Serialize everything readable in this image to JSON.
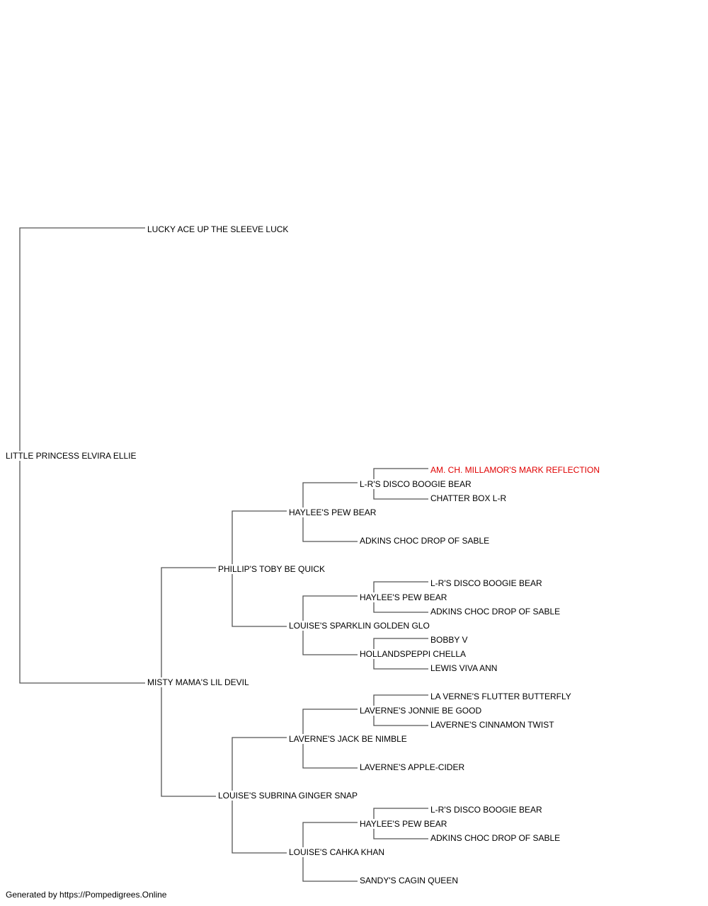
{
  "colors": {
    "line": "#555555",
    "text": "#000000",
    "highlight": "#e00000"
  },
  "nodes": {
    "root": "LITTLE PRINCESS ELVIRA ELLIE",
    "sire": "LUCKY ACE UP THE SLEEVE LUCK",
    "dam": "MISTY MAMA'S LIL DEVIL",
    "dam_sire": "PHILLIP'S TOBY BE QUICK",
    "dam_dam": "LOUISE'S SUBRINA GINGER SNAP",
    "dss": "HAYLEE'S PEW BEAR",
    "dsd": "LOUISE'S SPARKLIN GOLDEN GLO",
    "dds": "LAVERNE'S JACK BE NIMBLE",
    "ddd": "LOUISE'S CAHKA KHAN",
    "dsss": "L-R'S DISCO BOOGIE BEAR",
    "dssd": "ADKINS CHOC DROP OF SABLE",
    "dsds": "HAYLEE'S PEW BEAR",
    "dsdd": "HOLLANDSPEPPI CHELLA",
    "ddss": "LAVERNE'S JONNIE BE GOOD",
    "ddsd": "LAVERNE'S APPLE-CIDER",
    "ddds": "HAYLEE'S PEW BEAR",
    "dddd": "SANDY'S CAGIN QUEEN",
    "dssss": "AM. CH. MILLAMOR'S MARK REFLECTION",
    "dsssd": "CHATTER BOX L-R",
    "dsdss": "L-R'S DISCO BOOGIE BEAR",
    "dsdsd": "ADKINS CHOC DROP OF SABLE",
    "dsdds": "BOBBY V",
    "dsddd": "LEWIS VIVA ANN",
    "ddsss": "LA VERNE'S FLUTTER BUTTERFLY",
    "ddssd": "LAVERNE'S CINNAMON TWIST",
    "dddss": "L-R'S DISCO BOOGIE BEAR",
    "dddsd": "ADKINS CHOC DROP OF SABLE"
  },
  "footer": "Generated by https://Pompedigrees.Online"
}
